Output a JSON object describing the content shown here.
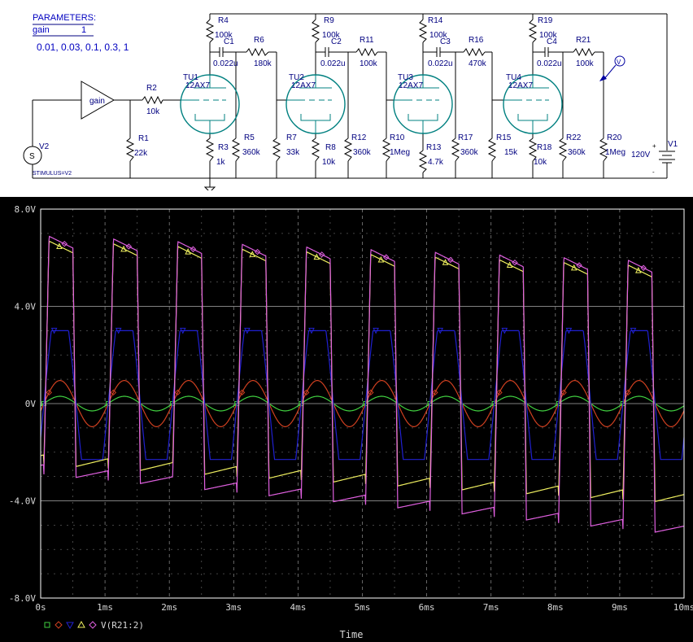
{
  "schematic": {
    "params_title": "PARAMETERS:",
    "param_name": "gain",
    "param_value": "1",
    "sweep_values": "0.01, 0.03, 0.1, 0.3, 1",
    "gain_block": "gain",
    "source_name": "V2",
    "source_symbol": "S",
    "stimulus": "STIMULUS=V2",
    "ground": "0",
    "supply": {
      "name": "V1",
      "value": "120V",
      "plus": "+",
      "minus": "-"
    },
    "tubes": [
      {
        "name": "TU1",
        "model": "12AX7"
      },
      {
        "name": "TU2",
        "model": "12AX7"
      },
      {
        "name": "TU3",
        "model": "12AX7"
      },
      {
        "name": "TU4",
        "model": "12AX7"
      }
    ],
    "parts": {
      "r1": [
        "R1",
        "22k"
      ],
      "r2": [
        "R2",
        "10k"
      ],
      "r3": [
        "R3",
        "1k"
      ],
      "r4": [
        "R4",
        "100k"
      ],
      "r5": [
        "R5",
        "360k"
      ],
      "r6": [
        "R6",
        "180k"
      ],
      "r7": [
        "R7",
        "33k"
      ],
      "r8": [
        "R8",
        "10k"
      ],
      "r9": [
        "R9",
        "100k"
      ],
      "r10": [
        "R10",
        "1Meg"
      ],
      "r11": [
        "R11",
        "100k"
      ],
      "r12": [
        "R12",
        "360k"
      ],
      "r13": [
        "R13",
        "4.7k"
      ],
      "r14": [
        "R14",
        "100k"
      ],
      "r15": [
        "R15",
        "15k"
      ],
      "r16": [
        "R16",
        "470k"
      ],
      "r17": [
        "R17",
        "360k"
      ],
      "r18": [
        "R18",
        "10k"
      ],
      "r19": [
        "R19",
        "100k"
      ],
      "r20": [
        "R20",
        "1Meg"
      ],
      "r21": [
        "R21",
        "100k"
      ],
      "r22": [
        "R22",
        "360k"
      ],
      "c1": [
        "C1",
        "0.022u"
      ],
      "c2": [
        "C2",
        "0.022u"
      ],
      "c3": [
        "C3",
        "0.022u"
      ],
      "c4": [
        "C4",
        "0.022u"
      ]
    }
  },
  "colors": {
    "green": "#40d040",
    "red": "#d04020",
    "blue": "#2020d0",
    "yellow": "#f0f060",
    "magenta": "#e060e0",
    "grid": "#a0a0a0",
    "axis_text": "#d8d8d8"
  },
  "chart_data": {
    "type": "line",
    "xlabel": "Time",
    "xlim": [
      0,
      10
    ],
    "ylim": [
      -8,
      8
    ],
    "x_ticks": [
      "0s",
      "1ms",
      "2ms",
      "3ms",
      "4ms",
      "5ms",
      "6ms",
      "7ms",
      "8ms",
      "9ms",
      "10ms"
    ],
    "y_ticks": [
      "8.0V",
      "4.0V",
      "0V",
      "-4.0V",
      "-8.0V"
    ],
    "y_tick_values": [
      8,
      4,
      0,
      -4,
      -8
    ],
    "cycle_period_ms": 1,
    "legend_label": "V(R21:2)",
    "series": [
      {
        "color": "green",
        "marker": "square",
        "shape": "sine",
        "peak_V": 0.3,
        "trough_V": -0.3
      },
      {
        "color": "red",
        "marker": "diamond",
        "shape": "sine",
        "peak_V": 0.95,
        "trough_V": -0.95
      },
      {
        "color": "blue",
        "marker": "triangle-down",
        "shape": "clipped",
        "peak_V": 3.0,
        "trough_V": -2.3
      },
      {
        "color": "yellow",
        "marker": "triangle-up",
        "shape": "square",
        "peak_start_V": 6.7,
        "peak_end_V": 5.6,
        "trough_start_V": -2.5,
        "trough_end_V": -4.1
      },
      {
        "name": "V(R21:2)",
        "color": "magenta",
        "marker": "diamond",
        "shape": "square",
        "peak_start_V": 6.9,
        "peak_end_V": 5.8,
        "trough_start_V": -2.9,
        "trough_end_V": -5.4
      }
    ]
  }
}
